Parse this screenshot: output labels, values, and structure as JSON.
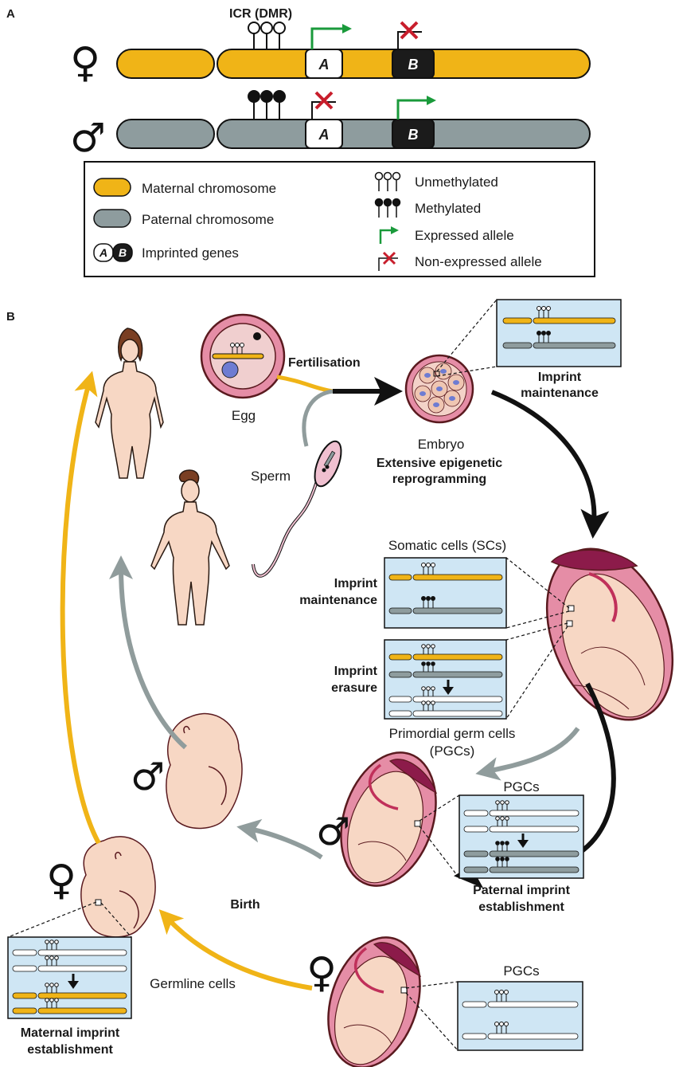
{
  "panel_a": {
    "label": "A",
    "icr_label": "ICR (DMR)",
    "female_symbol": "♀",
    "male_symbol": "♂",
    "gene_a": "A",
    "gene_b": "B",
    "colors": {
      "maternal": "#f0b417",
      "paternal": "#8e9c9e",
      "expressed": "#1a9a3b",
      "non_expressed": "#c81e2c"
    }
  },
  "legend": {
    "maternal": "Maternal chromosome",
    "paternal": "Paternal chromosome",
    "imprinted": "Imprinted genes",
    "unmethylated": "Unmethylated",
    "methylated": "Methylated",
    "expressed": "Expressed allele",
    "non_expressed": "Non-expressed allele",
    "gene_a": "A",
    "gene_b": "B"
  },
  "panel_b": {
    "label": "B",
    "fertilisation": "Fertilisation",
    "egg": "Egg",
    "sperm": "Sperm",
    "embryo": "Embryo",
    "reprogramming_1": "Extensive epigenetic",
    "reprogramming_2": "reprogramming",
    "imprint_maintenance_top_1": "Imprint",
    "imprint_maintenance_top_2": "maintenance",
    "somatic_cells": "Somatic cells (SCs)",
    "imprint_maintenance_1": "Imprint",
    "imprint_maintenance_2": "maintenance",
    "imprint_erasure_1": "Imprint",
    "imprint_erasure_2": "erasure",
    "pgc_1": "Primordial germ cells",
    "pgc_2": "(PGCs)",
    "pgcs_male": "PGCs",
    "pgcs_female": "PGCs",
    "paternal_est_1": "Paternal imprint",
    "paternal_est_2": "establishment",
    "birth": "Birth",
    "germline": "Germline cells",
    "maternal_est_1": "Maternal imprint",
    "maternal_est_2": "establishment",
    "male_symbol": "♂",
    "female_symbol": "♀"
  }
}
